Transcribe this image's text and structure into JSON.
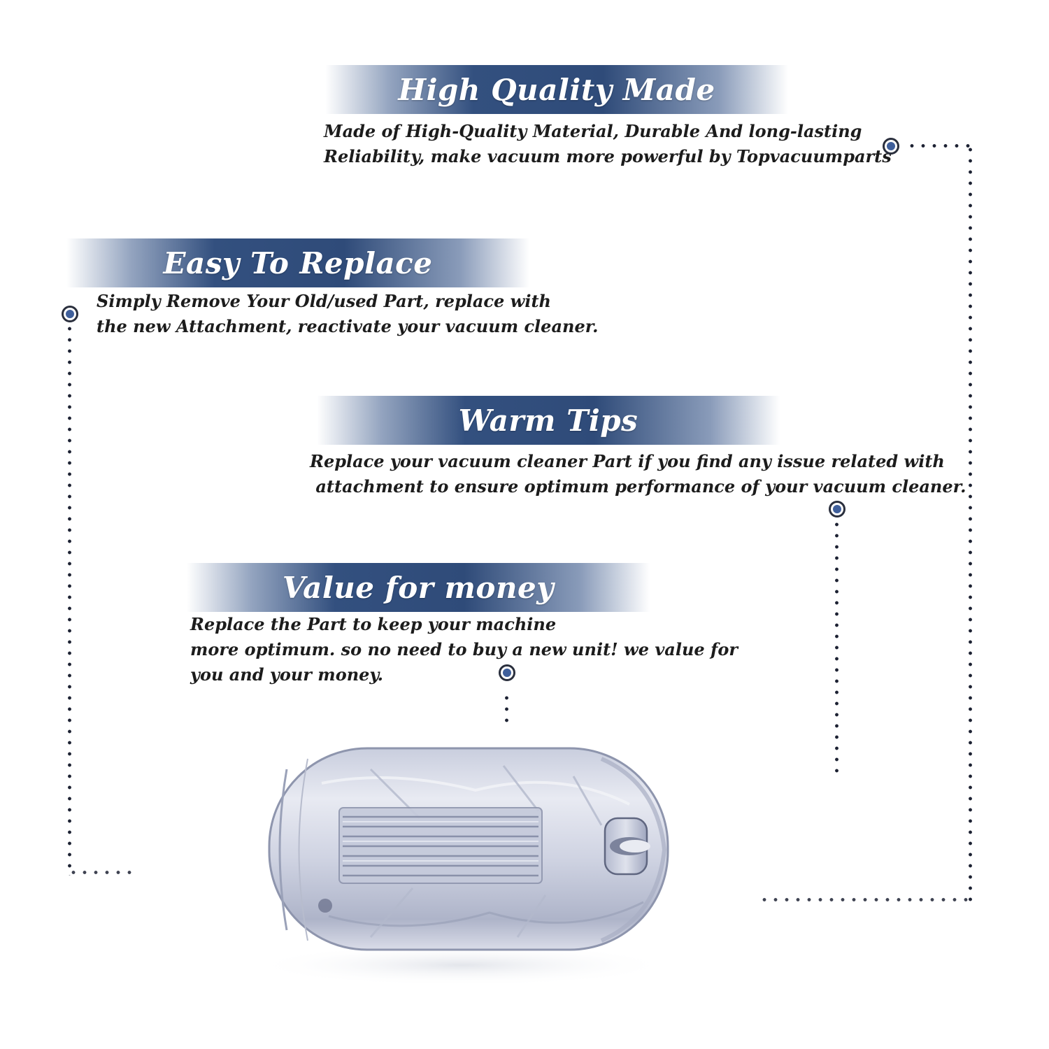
{
  "sections": [
    {
      "title": "High Quality Made",
      "lines": [
        "Made of  High-Quality Material, Durable And long-lasting",
        "Reliability, make vacuum more powerful by Topvacuumparts"
      ]
    },
    {
      "title": "Easy To Replace",
      "lines": [
        "Simply Remove Your Old/used Part, replace with",
        "the new Attachment, reactivate your vacuum cleaner."
      ]
    },
    {
      "title": "Warm Tips",
      "lines": [
        "Replace your vacuum cleaner Part if you find any issue related with",
        " attachment to ensure optimum performance of your vacuum cleaner."
      ]
    },
    {
      "title": "Value for money",
      "lines": [
        "Replace the Part to keep your machine",
        "more optimum. so no need to buy a new unit! we value for",
        "you and your money."
      ]
    }
  ],
  "colors": {
    "banner": "#33507f",
    "dot_fill": "#3f5f9b",
    "text": "#1c1c1c"
  },
  "icons": {
    "marker": "target-dot-icon"
  }
}
